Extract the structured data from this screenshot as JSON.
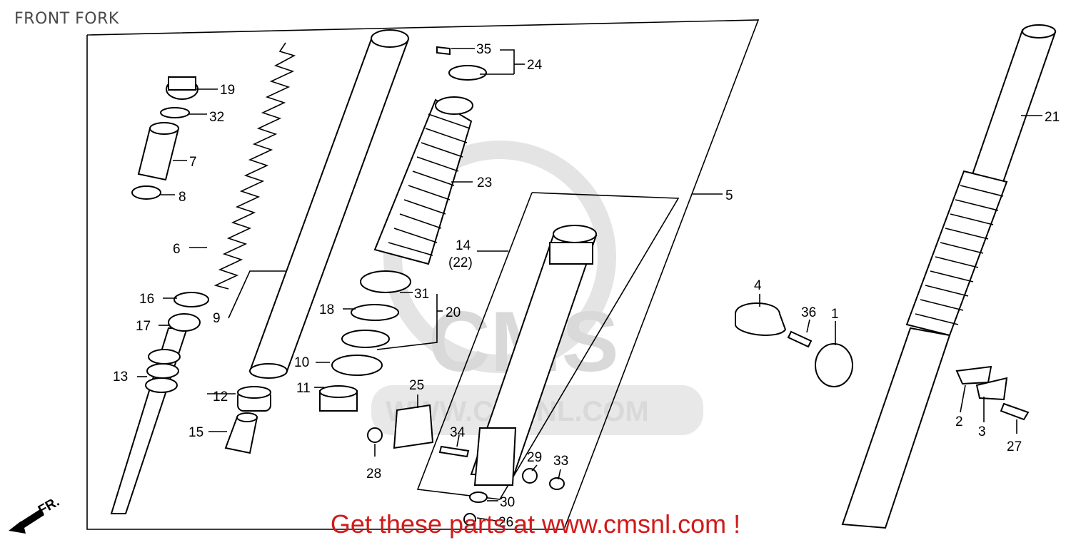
{
  "title": "FRONT FORK",
  "watermark": {
    "logo_text": "CMS",
    "site_text": "WWW.CMSNL.COM"
  },
  "direction_label": "FR.",
  "promo_text": "Get these parts at www.cmsnl.com !",
  "callouts": [
    {
      "id": "c35",
      "label": "35"
    },
    {
      "id": "c24",
      "label": "24"
    },
    {
      "id": "c19",
      "label": "19"
    },
    {
      "id": "c32",
      "label": "32"
    },
    {
      "id": "c7",
      "label": "7"
    },
    {
      "id": "c8",
      "label": "8"
    },
    {
      "id": "c6",
      "label": "6"
    },
    {
      "id": "c16",
      "label": "16"
    },
    {
      "id": "c17",
      "label": "17"
    },
    {
      "id": "c13",
      "label": "13"
    },
    {
      "id": "c9",
      "label": "9"
    },
    {
      "id": "c12",
      "label": "12"
    },
    {
      "id": "c15",
      "label": "15"
    },
    {
      "id": "c23",
      "label": "23"
    },
    {
      "id": "c14",
      "label": "14"
    },
    {
      "id": "c22",
      "label": "(22)"
    },
    {
      "id": "c31",
      "label": "31"
    },
    {
      "id": "c18",
      "label": "18"
    },
    {
      "id": "c20",
      "label": "20"
    },
    {
      "id": "c10",
      "label": "10"
    },
    {
      "id": "c11",
      "label": "11"
    },
    {
      "id": "c25",
      "label": "25"
    },
    {
      "id": "c34",
      "label": "34"
    },
    {
      "id": "c28",
      "label": "28"
    },
    {
      "id": "c29",
      "label": "29"
    },
    {
      "id": "c33",
      "label": "33"
    },
    {
      "id": "c30",
      "label": "30"
    },
    {
      "id": "c26",
      "label": "26"
    },
    {
      "id": "c5",
      "label": "5"
    },
    {
      "id": "c4",
      "label": "4"
    },
    {
      "id": "c36",
      "label": "36"
    },
    {
      "id": "c1",
      "label": "1"
    },
    {
      "id": "c21",
      "label": "21"
    },
    {
      "id": "c2",
      "label": "2"
    },
    {
      "id": "c3",
      "label": "3"
    },
    {
      "id": "c27",
      "label": "27"
    }
  ]
}
